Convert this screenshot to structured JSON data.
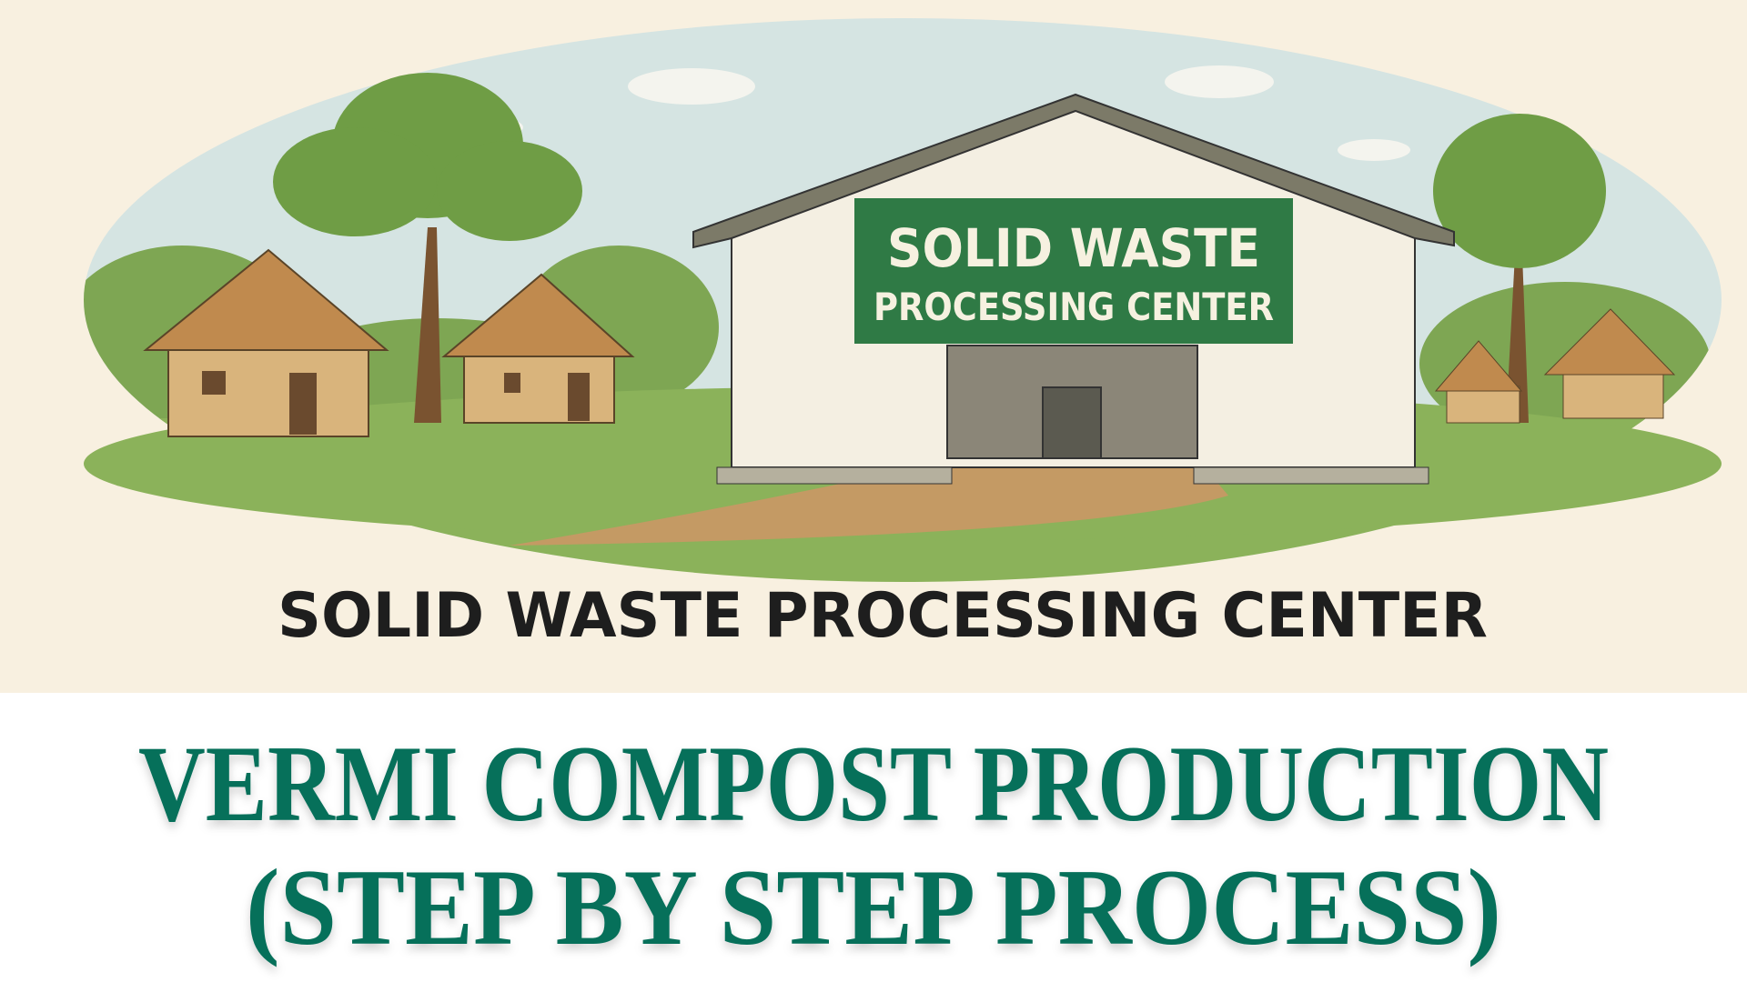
{
  "illustration": {
    "sign_line1": "SOLID WASTE",
    "sign_line2": "PROCESSING CENTER",
    "caption": "SOLID WASTE PROCESSING CENTER"
  },
  "title": {
    "line1": "VERMI COMPOST PRODUCTION",
    "line2": "(STEP BY STEP PROCESS)"
  },
  "colors": {
    "background_top": "#f8f0e0",
    "title_green": "#06705a",
    "sign_green": "#2f7a45",
    "sky": "#d5e4e2",
    "grass": "#8bb25a",
    "tree": "#6f9d45",
    "thatch": "#c08a4e",
    "hut_wall": "#d9b47c"
  }
}
